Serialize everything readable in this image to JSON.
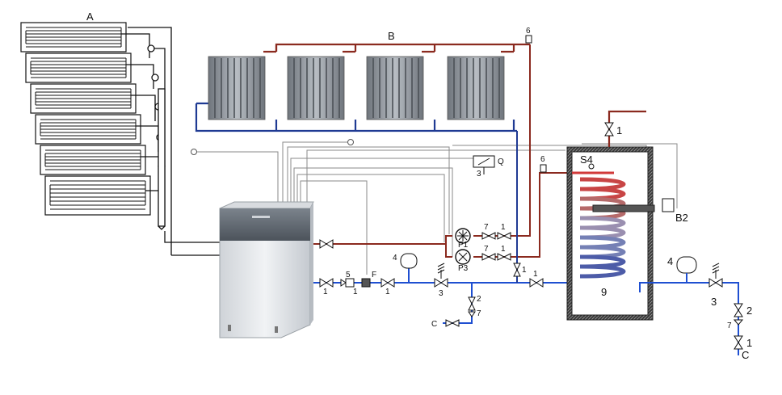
{
  "labels": {
    "A": "A",
    "B": "B",
    "Q": "Q",
    "S4": "S4",
    "B2": "B2",
    "F": "F",
    "P1": "P1",
    "P3": "P3",
    "nine": "9",
    "C_left": "C",
    "C_right": "C",
    "n1_a": "1",
    "n1_b": "1",
    "n1_c": "1",
    "n1_d": "1",
    "n1_e": "1",
    "n1_f": "1",
    "n1_g": "1",
    "n1_h": "1",
    "n1_i": "1",
    "n2_a": "2",
    "n2_b": "2",
    "n3_a": "3",
    "n3_b": "3",
    "n3_c": "3",
    "n4_a": "4",
    "n4_b": "4",
    "n5": "5",
    "n6_a": "6",
    "n6_b": "6",
    "n7_a": "7",
    "n7_b": "7",
    "n7_c": "7",
    "n7_d": "7"
  },
  "colors": {
    "supply": "#8b2a1f",
    "return": "#1f3a93",
    "cold": "#1f4fd1",
    "sensor": "#8a8a8a",
    "boiler_body": "#e3e6ea",
    "boiler_top": "#59616a",
    "radiator": "#8f959c",
    "coil_hot": "#d13a3a",
    "coil_cold": "#3a4fa8"
  }
}
